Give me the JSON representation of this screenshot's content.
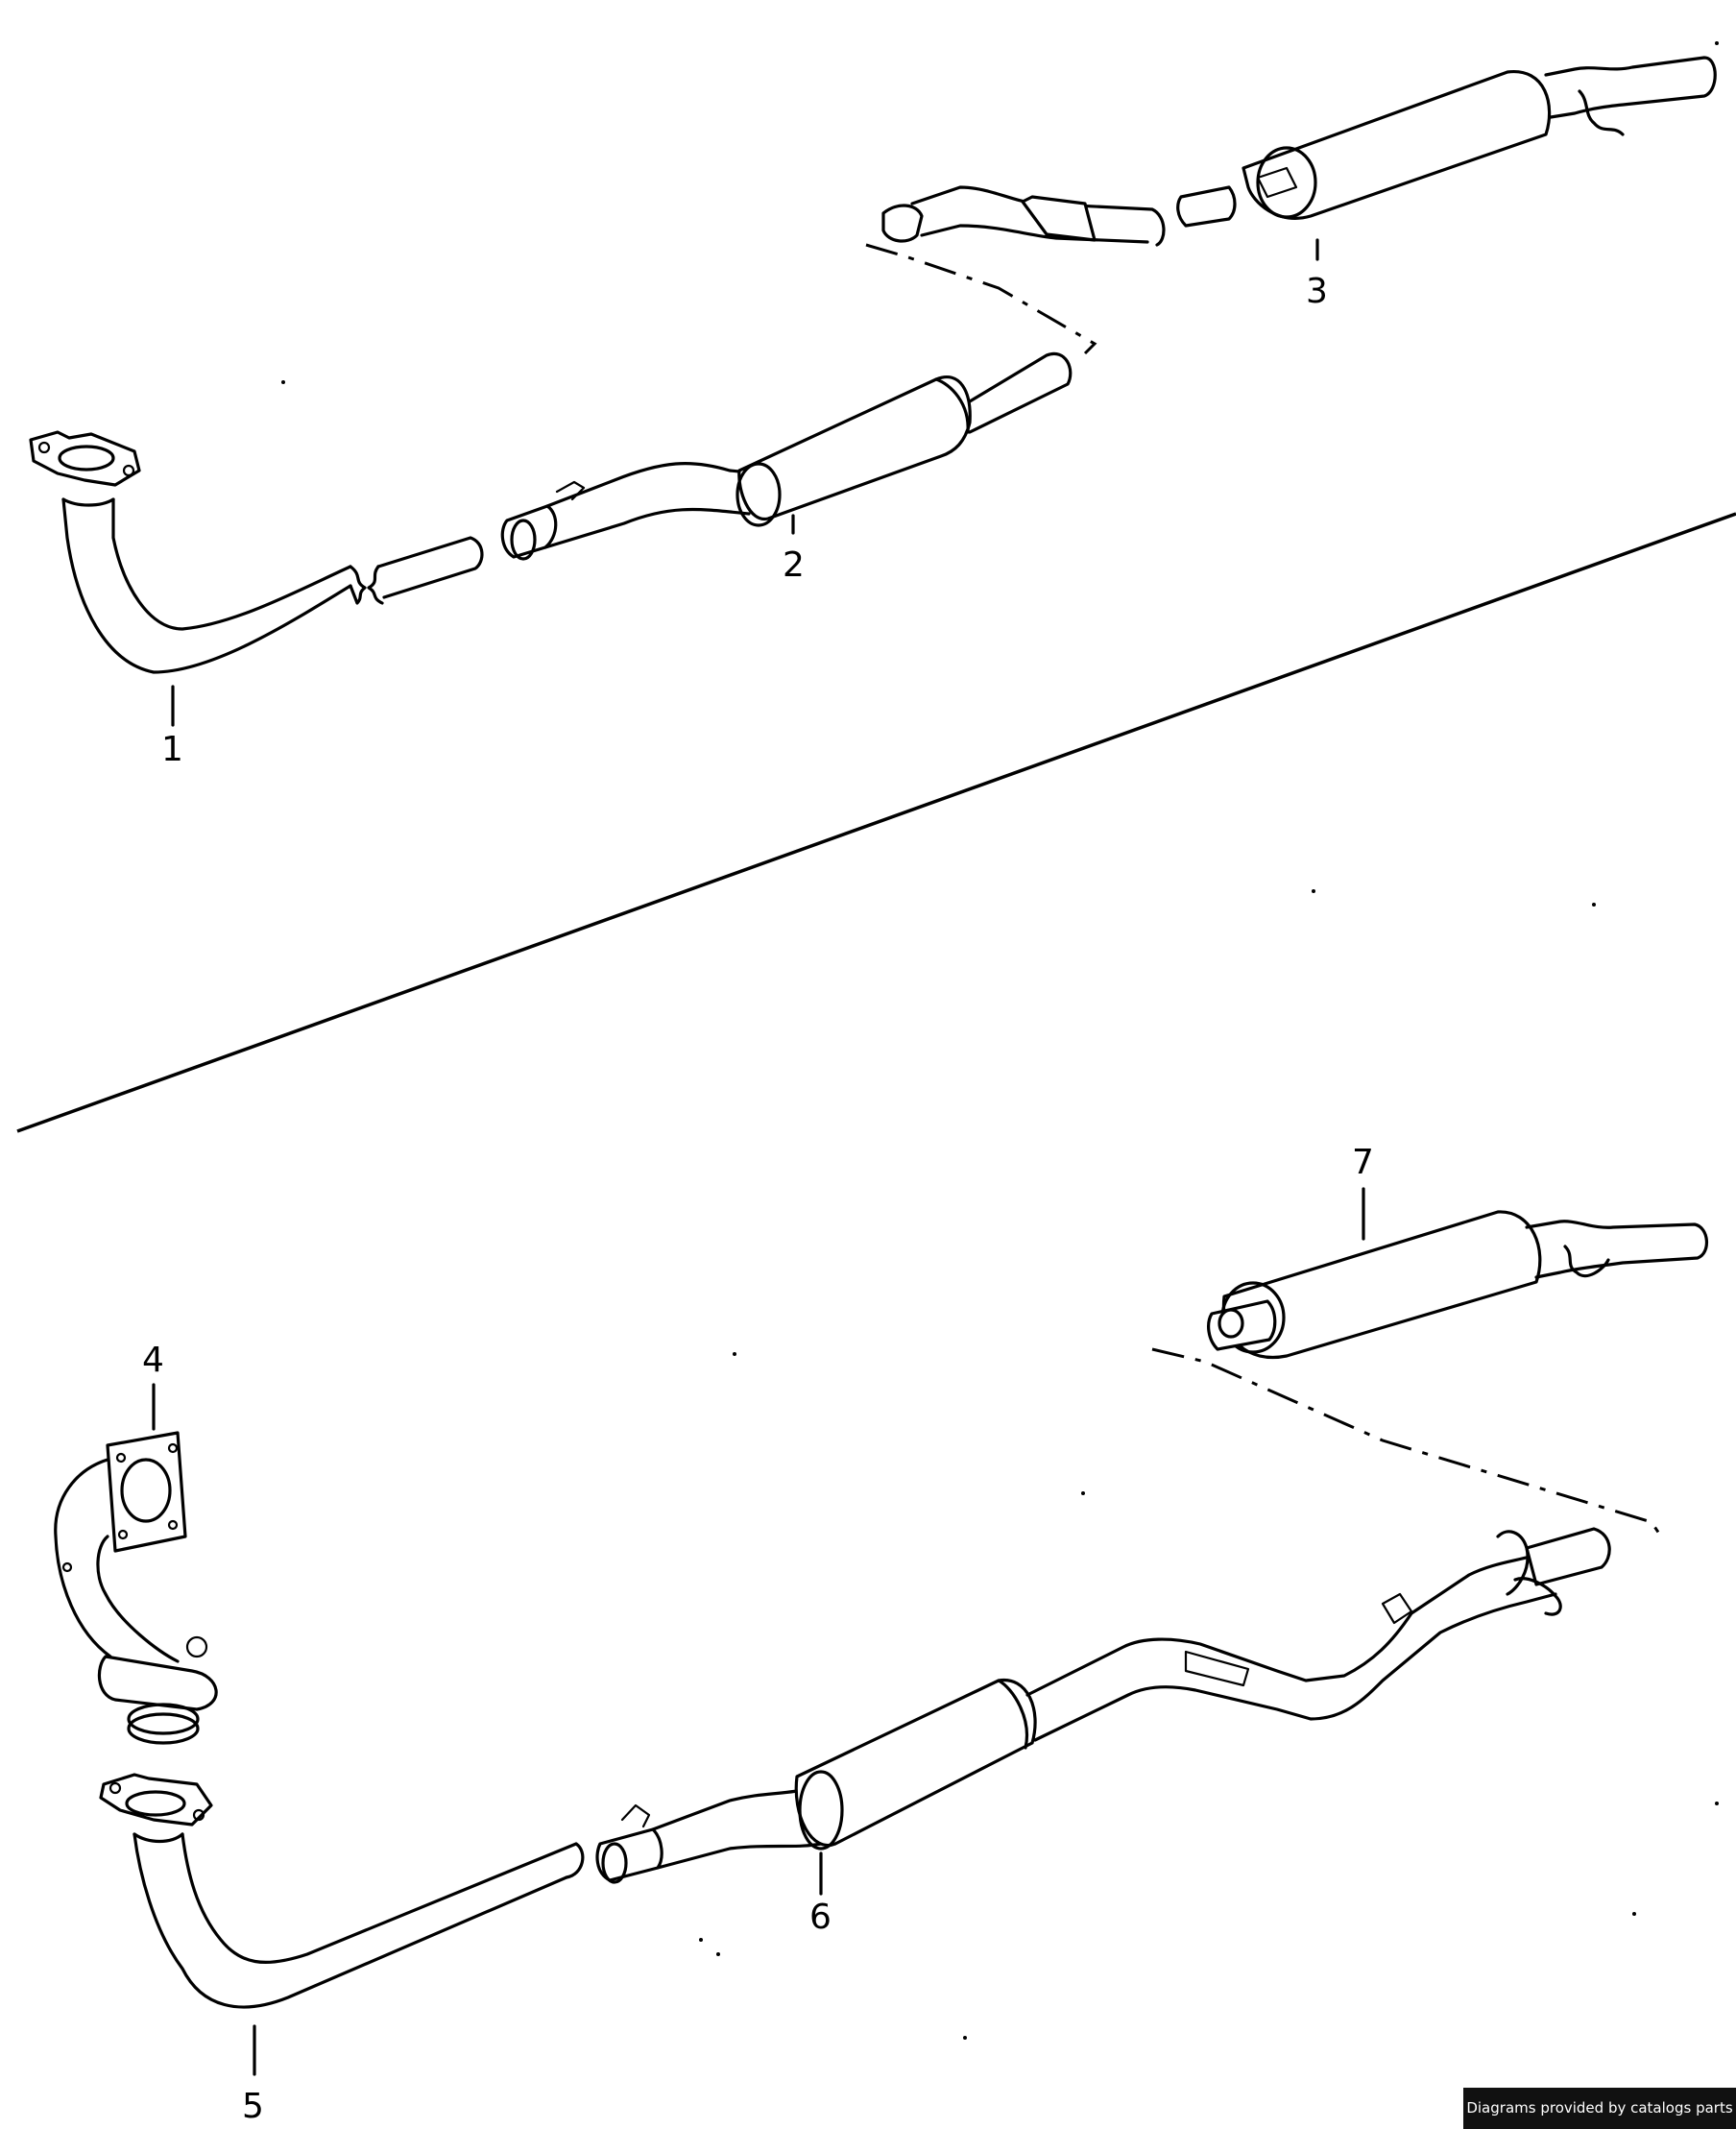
{
  "callouts": [
    {
      "id": "part-1",
      "label": "1"
    },
    {
      "id": "part-2",
      "label": "2"
    },
    {
      "id": "part-3",
      "label": "3"
    },
    {
      "id": "part-4",
      "label": "4"
    },
    {
      "id": "part-5",
      "label": "5"
    },
    {
      "id": "part-6",
      "label": "6"
    },
    {
      "id": "part-7",
      "label": "7"
    }
  ],
  "footer": {
    "credit": "Diagrams provided by catalogs parts"
  },
  "colors": {
    "line": "#000000",
    "background": "#ffffff",
    "credit_bg": "#111111",
    "credit_text": "#ffffff"
  }
}
